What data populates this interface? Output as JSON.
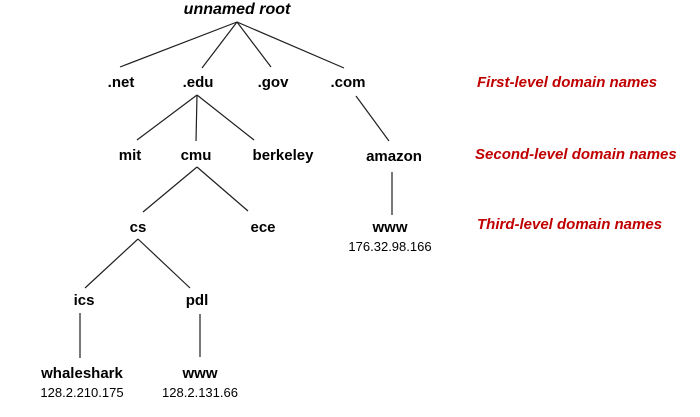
{
  "nodes": {
    "root": {
      "label": "unnamed root"
    },
    "net": {
      "label": ".net"
    },
    "edu": {
      "label": ".edu"
    },
    "gov": {
      "label": ".gov"
    },
    "com": {
      "label": ".com"
    },
    "mit": {
      "label": "mit"
    },
    "cmu": {
      "label": "cmu"
    },
    "berkeley": {
      "label": "berkeley"
    },
    "amazon": {
      "label": "amazon"
    },
    "cs": {
      "label": "cs"
    },
    "ece": {
      "label": "ece"
    },
    "www_amazon": {
      "label": "www",
      "ip": "176.32.98.166"
    },
    "ics": {
      "label": "ics"
    },
    "pdl": {
      "label": "pdl"
    },
    "whaleshark": {
      "label": "whaleshark",
      "ip": "128.2.210.175"
    },
    "www_pdl": {
      "label": "www",
      "ip": "128.2.131.66"
    }
  },
  "annotations": {
    "first": "First-level domain names",
    "second": "Second-level domain names",
    "third": "Third-level domain names"
  },
  "colors": {
    "annotation_red": "#c00000",
    "node_text": "#000000",
    "edge_line": "#1f1f1f",
    "background": "#ffffff"
  }
}
